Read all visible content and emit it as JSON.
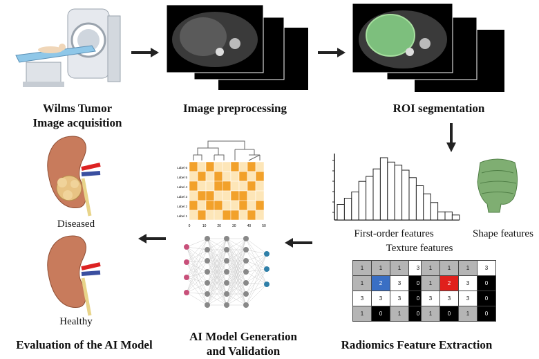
{
  "stages": {
    "acquisition": {
      "line1": "Wilms Tumor",
      "line2": "Image acquisition"
    },
    "preprocessing": "Image preprocessing",
    "segmentation": "ROI segmentation",
    "radiomics": "Radiomics Feature Extraction",
    "ai_model": {
      "line1": "AI Model Generation",
      "line2": "and Validation"
    },
    "evaluation": "Evaluation of the AI Model"
  },
  "features": {
    "first_order": "First-order features",
    "shape": "Shape features",
    "texture": "Texture features"
  },
  "kidneys": {
    "diseased": "Diseased",
    "healthy": "Healthy"
  },
  "heatmap_labels": [
    "Label 6",
    "Label 5",
    "Label 4",
    "Label 3",
    "Label 2",
    "Label 1"
  ],
  "heatmap_xticks": [
    "0",
    "10",
    "20",
    "30",
    "40",
    "50"
  ],
  "histogram_heights": [
    0.25,
    0.35,
    0.45,
    0.62,
    0.7,
    0.82,
    1.0,
    0.93,
    0.88,
    0.8,
    0.68,
    0.55,
    0.42,
    0.28,
    0.13,
    0.13,
    0.08
  ],
  "glcm_left": [
    [
      "1",
      "1",
      "1",
      "3"
    ],
    [
      "1",
      "2",
      "3",
      "0"
    ],
    [
      "3",
      "3",
      "3",
      "0"
    ],
    [
      "1",
      "0",
      "1",
      "0"
    ]
  ],
  "glcm_right": [
    [
      "1",
      "1",
      "1",
      "3"
    ],
    [
      "1",
      "2",
      "3",
      "0"
    ],
    [
      "3",
      "3",
      "3",
      "0"
    ],
    [
      "1",
      "0",
      "1",
      "0"
    ]
  ],
  "colors": {
    "glcm_blue": "#3a6fc4",
    "glcm_red": "#e0201c",
    "heat_dark": "#f2a12a",
    "heat_light": "#fde6b8",
    "kidney": "#c87b5c"
  }
}
